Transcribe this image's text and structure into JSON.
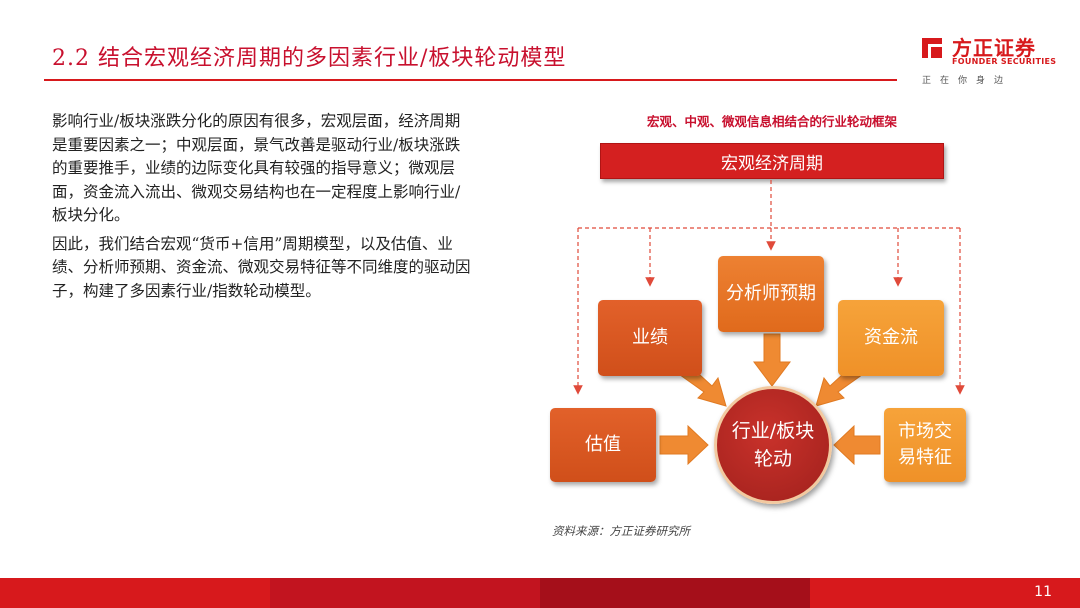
{
  "header": {
    "title": "2.2  结合宏观经济周期的多因素行业/板块轮动模型",
    "logo": {
      "cn": "方正证券",
      "en": "FOUNDER SECURITIES",
      "slogan": "正在你身边"
    }
  },
  "body": {
    "paragraph1": "影响行业/板块涨跌分化的原因有很多，宏观层面，经济周期是重要因素之一；中观层面，景气改善是驱动行业/板块涨跌的重要推手，业绩的边际变化具有较强的指导意义；微观层面，资金流入流出、微观交易结构也在一定程度上影响行业/板块分化。",
    "paragraph2": "因此，我们结合宏观“货币+信用”周期模型，以及估值、业绩、分析师预期、资金流、微观交易特征等不同维度的驱动因子，构建了多因素行业/指数轮动模型。"
  },
  "diagram": {
    "title": "宏观、中观、微观信息相结合的行业轮动框架",
    "macro": "宏观经济周期",
    "factors": {
      "analyst": "分析师预期",
      "performance": "业绩",
      "capital": "资金流",
      "valuation": "估值",
      "market": "市场交易特征"
    },
    "center": "行业/板块轮动",
    "colors": {
      "red": "#d42020",
      "orange": "#e8772a",
      "light_orange": "#f39a31",
      "dark_red": "#a0201c"
    }
  },
  "source": "资料来源：方正证券研究所",
  "footer": {
    "page_number": "11",
    "colors": [
      "#d7191c",
      "#c41720",
      "#a80f1a",
      "#d7191c"
    ]
  }
}
